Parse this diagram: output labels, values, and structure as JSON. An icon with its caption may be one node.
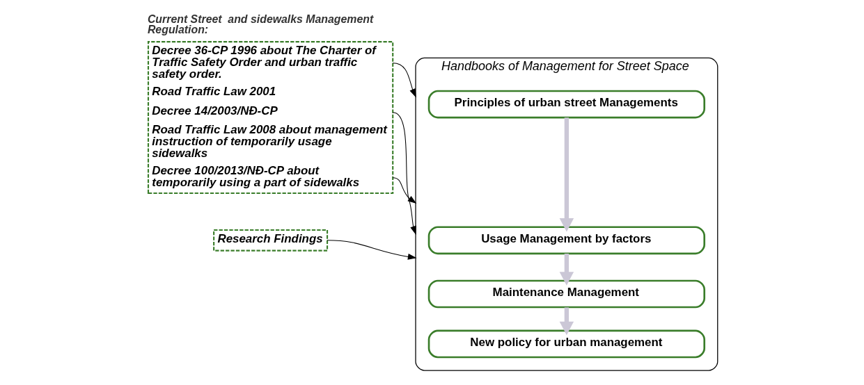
{
  "diagram": {
    "nodes": [
      {
        "text": [
          "Current Street  and sidewalks Management Regulation:",
          "Decree 36-CP 1996 about The Charter of Traffic Safety Order and urban traffic safety order.",
          "Road Traffic Law 2001",
          "Decree 14/2003/NĐ-CP",
          "Road Traffic Law 2008 about management instruction of temporarily usage sidewalks",
          "Decree 100/2013/NĐ-CP about temporarily using a part of sidewalks"
        ]
      },
      {
        "text": [
          "Research Findings"
        ]
      },
      {
        "text": [
          "Handbooks of Management for Street Space"
        ]
      },
      {
        "text": [
          "Principles of urban street Managements"
        ],
        "in": 2
      },
      {
        "text": [
          "Usage Management by factors"
        ],
        "in": 2
      },
      {
        "text": [
          "Maintenance Management"
        ],
        "in": 2
      },
      {
        "text": [
          "New policy for urban management"
        ],
        "in": 2
      }
    ],
    "edges": [
      {
        "from": 0,
        "to": 2,
        "arrow": "to"
      },
      {
        "from": 0,
        "to": 2,
        "arrow": "to"
      },
      {
        "from": 0,
        "to": 2,
        "arrow": "to"
      },
      {
        "from": 1,
        "to": 2,
        "arrow": "to"
      },
      {
        "from": 3,
        "to": 4,
        "arrow": "to",
        "style": "thick",
        "color": "#cbc7d6"
      },
      {
        "from": 4,
        "to": 5,
        "arrow": "to",
        "style": "thick",
        "color": "#cbc7d6"
      },
      {
        "from": 5,
        "to": 6,
        "arrow": "to",
        "style": "thick",
        "color": "#cbc7d6"
      }
    ]
  }
}
